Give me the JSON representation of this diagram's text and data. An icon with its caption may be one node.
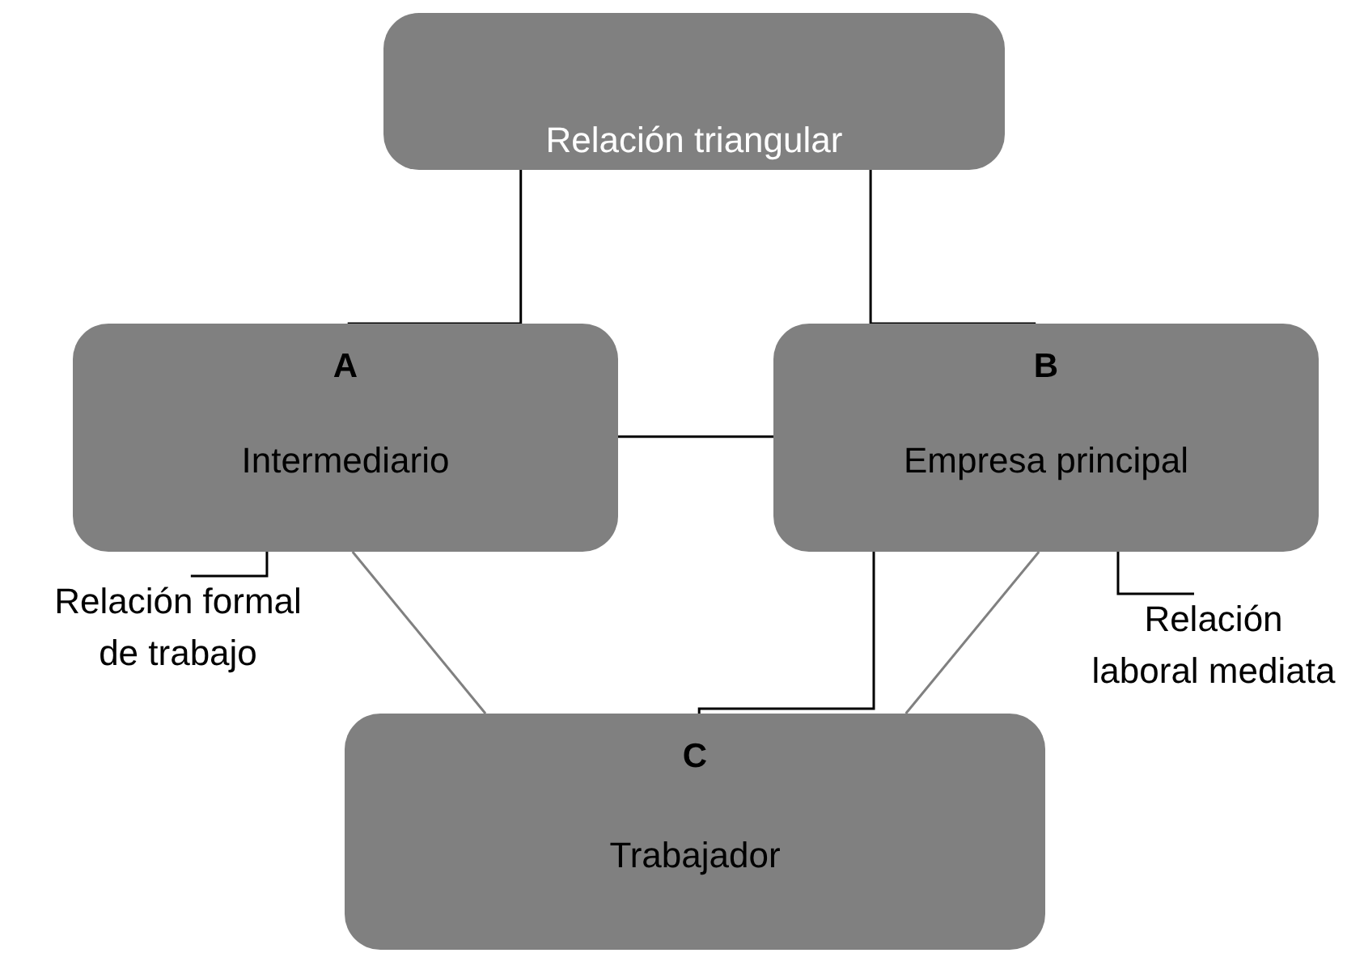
{
  "diagram": {
    "nodes": [
      {
        "text": [
          "Relación triangular"
        ]
      },
      {
        "text": [
          "A",
          "Intermediario"
        ]
      },
      {
        "text": [
          "B",
          "Empresa principal"
        ]
      },
      {
        "text": [
          "C",
          "Trabajador"
        ]
      },
      {
        "text": [
          "Relación formal de trabajo"
        ]
      },
      {
        "text": [
          "Relación laboral mediata"
        ]
      }
    ],
    "edges": [
      {
        "from": 0,
        "to": 1,
        "arrow": "none"
      },
      {
        "from": 0,
        "to": 2,
        "arrow": "none"
      },
      {
        "from": 1,
        "to": 2,
        "arrow": "none"
      },
      {
        "from": 1,
        "to": 3,
        "arrow": "none",
        "color": "#808080"
      },
      {
        "from": 2,
        "to": 3,
        "arrow": "none",
        "color": "#808080"
      },
      {
        "from": 2,
        "to": 3,
        "arrow": "none"
      },
      {
        "from": 4,
        "to": 1,
        "arrow": "none"
      },
      {
        "from": 5,
        "to": 2,
        "arrow": "none"
      }
    ]
  }
}
